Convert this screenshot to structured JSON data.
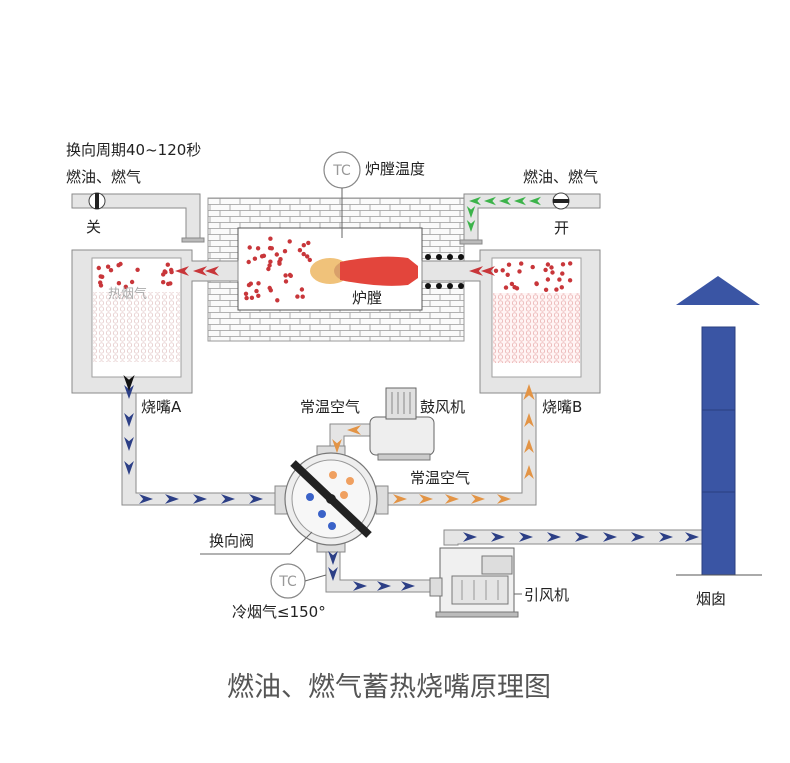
{
  "labels": {
    "cycle": "换向周期40~120秒",
    "fuel_left": "燃油、燃气",
    "close": "关",
    "tc": "TC",
    "furnace_temp": "炉膛温度",
    "fuel_right": "燃油、燃气",
    "open": "开",
    "hot_flue": "热烟气",
    "furnace": "炉膛",
    "burner_a": "烧嘴A",
    "burner_b": "烧嘴B",
    "ambient_air_1": "常温空气",
    "blower": "鼓风机",
    "ambient_air_2": "常温空气",
    "reversing_valve": "换向阀",
    "tc2": "TC",
    "cold_flue": "冷烟气≤150°",
    "induced_fan": "引风机",
    "chimney": "烟囱",
    "title": "燃油、燃气蓄热烧嘴原理图"
  },
  "colors": {
    "duct_fill": "#e5e5e5",
    "duct_stroke": "#8a8a8a",
    "hot_dots": "#c8363a",
    "flame": "#e3453c",
    "flue_arrow": "#2c3f86",
    "air_arrow": "#e39445",
    "fuel_arrow": "#3cb34a",
    "chimney": "#3a55a4",
    "orange_ball": "#f0a060",
    "blue_ball": "#3a62c8"
  }
}
